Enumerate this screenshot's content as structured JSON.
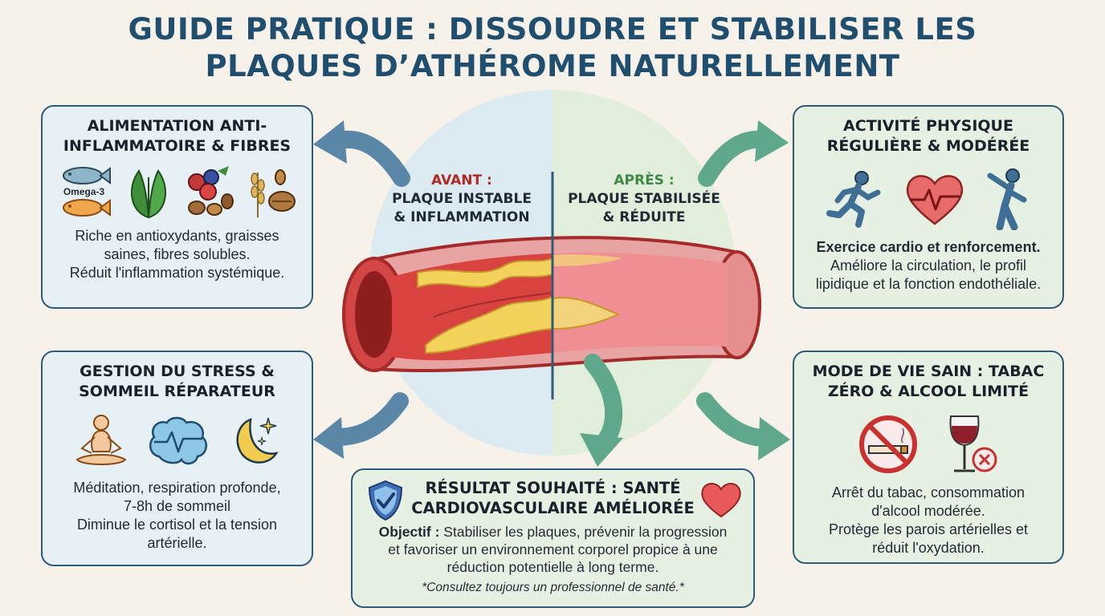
{
  "title": {
    "line1": "GUIDE PRATIQUE : DISSOUDRE ET STABILISER LES",
    "line2": "PLAQUES D’ATHÉROME NATURELLEMENT"
  },
  "center": {
    "before_heading": "AVANT :",
    "before_line1": "PLAQUE INSTABLE",
    "before_line2": "& INFLAMMATION",
    "after_heading": "APRÈS :",
    "after_line1": "PLAQUE STABILISÉE",
    "after_line2": "& RÉDUITE"
  },
  "cards": {
    "food": {
      "title_l1": "ALIMENTATION ANTI-",
      "title_l2": "INFLAMMATOIRE & FIBRES",
      "omega_label": "Omega-3",
      "text_l1": "Riche en antioxydants, graisses",
      "text_l2": "saines, fibres solubles.",
      "text_l3": "Réduit l'inflammation systémique."
    },
    "activity": {
      "title_l1": "ACTIVITÉ PHYSIQUE",
      "title_l2": "RÉGULIÈRE & MODÉRÉE",
      "text_l1": "Exercice cardio et renforcement.",
      "text_l2": "Améliore la circulation, le profil",
      "text_l3": "lipidique et la fonction endothéliale."
    },
    "stress": {
      "title_l1": "GESTION DU STRESS &",
      "title_l2": "SOMMEIL RÉPARATEUR",
      "text_l1": "Méditation, respiration profonde,",
      "text_l2": "7-8h de sommeil",
      "text_l3": "Diminue le cortisol et la tension",
      "text_l4": "artérielle."
    },
    "lifestyle": {
      "title_l1": "MODE DE VIE SAIN : TABAC",
      "title_l2": "ZÉRO & ALCOOL LIMITÉ",
      "text_l1": "Arrêt du tabac, consommation",
      "text_l2": "d'alcool modérée.",
      "text_l3": "Protège les parois artérielles et",
      "text_l4": "réduit l'oxydation."
    },
    "result": {
      "title_l1": "RÉSULTAT SOUHAITÉ : SANTÉ",
      "title_l2": "CARDIOVASCULAIRE AMÉLIORÉE",
      "objective_label": "Objectif :",
      "text_l1": " Stabiliser les plaques, prévenir la progression",
      "text_l2": "et favoriser un environnement corporel propice à une",
      "text_l3": "réduction potentielle à long terme.",
      "note": "*Consultez toujours un professionnel de santé.*"
    }
  },
  "colors": {
    "title": "#1f4e6e",
    "border": "#2e5b78",
    "blue_card": "#e6f0f5",
    "green_card": "#e7f1e3",
    "before": "#b02a25",
    "after": "#3d8b43",
    "arrow_blue": "#5a86a8",
    "arrow_green": "#5fa88c"
  },
  "icons": [
    "fish-icon",
    "spinach-icon",
    "berries-nuts-icon",
    "grain-icon",
    "runner-icon",
    "heart-pulse-icon",
    "stretch-icon",
    "meditation-icon",
    "brain-icon",
    "moon-icon",
    "no-smoking-icon",
    "wine-icon",
    "shield-check-icon",
    "heart-icon"
  ]
}
